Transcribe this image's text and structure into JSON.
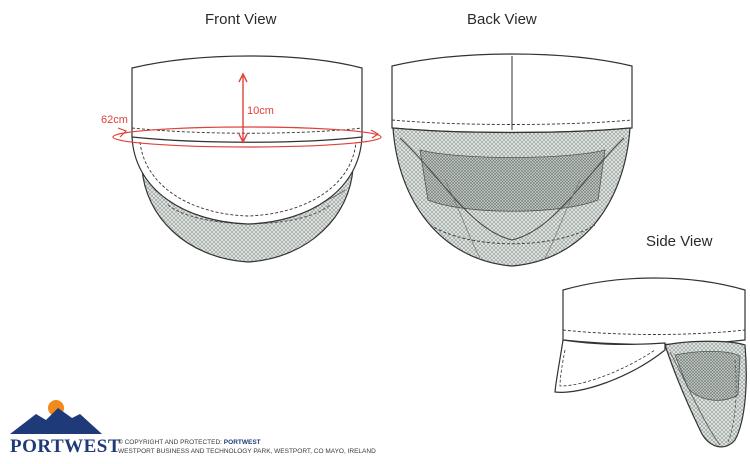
{
  "views": {
    "front_title": "Front View",
    "back_title": "Back View",
    "side_title": "Side View"
  },
  "dimensions": {
    "height_label": "10cm",
    "circumference_label": "62cm"
  },
  "brand": {
    "logo_text": "PORTWEST",
    "copyright_prefix": "© COPYRIGHT AND PROTECTED: ",
    "copyright_brand": "PORTWEST",
    "address": "WESTPORT BUSINESS AND TECHNOLOGY PARK, WESTPORT, CO MAYO, IRELAND"
  },
  "colors": {
    "outline": "#333333",
    "mesh": "#b9c2bd",
    "dimension_front": "#e0413a",
    "brand_blue": "#1e3a78",
    "brand_orange": "#f08a1c"
  }
}
